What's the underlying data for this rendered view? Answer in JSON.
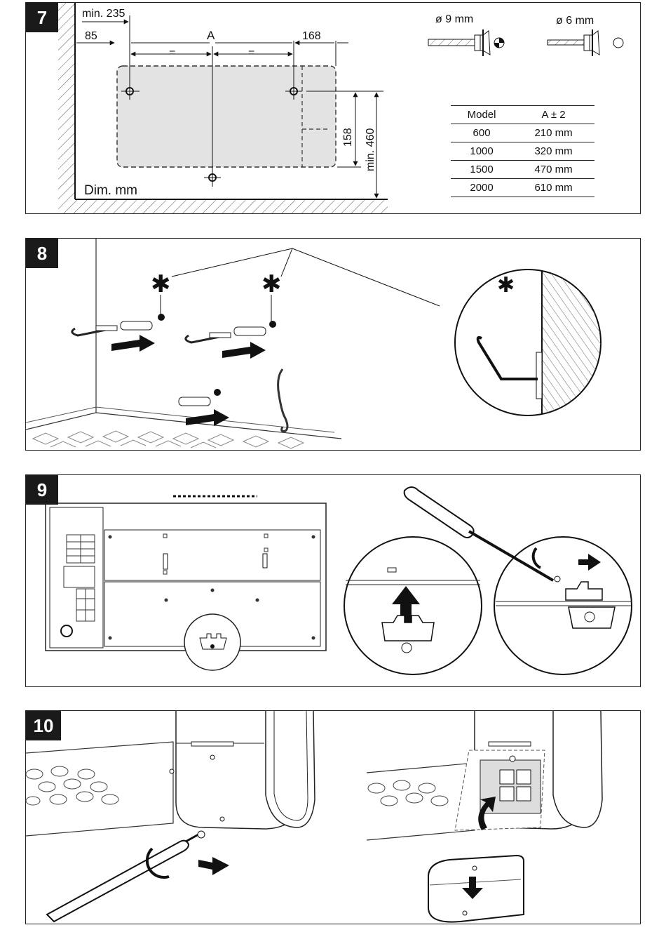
{
  "panels": {
    "p7": {
      "number": "7",
      "dims": {
        "min235": "min. 235",
        "d85": "85",
        "a": "A",
        "eq1": "=",
        "eq2": "=",
        "d168": "168",
        "d158": "158",
        "min460": "min. 460",
        "unit": "Dim. mm"
      },
      "drill": {
        "d9": "ø 9 mm",
        "d6": "ø 6 mm"
      },
      "table": {
        "headers": [
          "Model",
          "A ± 2"
        ],
        "rows": [
          [
            "600",
            "210 mm"
          ],
          [
            "1000",
            "320 mm"
          ],
          [
            "1500",
            "470 mm"
          ],
          [
            "2000",
            "610 mm"
          ]
        ]
      }
    },
    "p8": {
      "number": "8"
    },
    "p9": {
      "number": "9"
    },
    "p10": {
      "number": "10"
    }
  }
}
